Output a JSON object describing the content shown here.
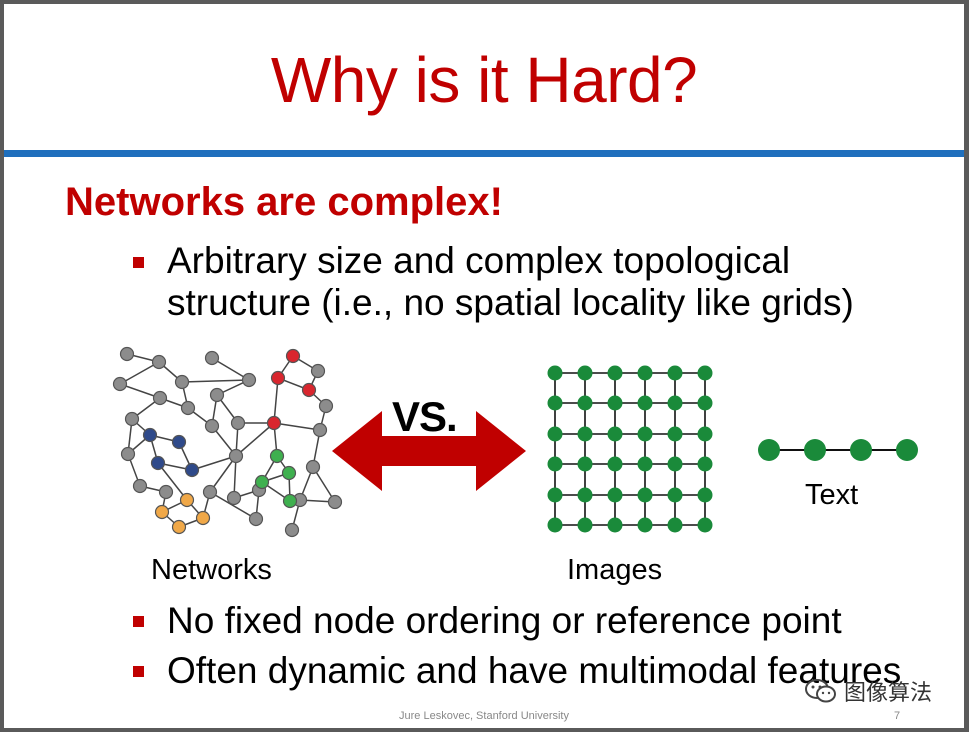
{
  "slide": {
    "title": "Why is it Hard?",
    "heading": "Networks are complex!",
    "bullets": [
      "Arbitrary size and complex topological",
      "structure (i.e., no spatial locality like grids)"
    ],
    "bullets_bottom": [
      "No fixed node ordering or reference point",
      "Often dynamic and have multimodal features"
    ],
    "vs_label": "VS.",
    "captions": {
      "networks": "Networks",
      "images": "Images",
      "text": "Text"
    },
    "footer": "Jure Leskovec, Stanford University",
    "page_number": "7",
    "watermark": "图像算法"
  },
  "colors": {
    "title_red": "#c00000",
    "rule_blue": "#1f6fbd",
    "arrow_red": "#c00000",
    "node_green": "#1a8a3a",
    "node_gray": "#8c8c8c",
    "node_red": "#d9262e",
    "node_navy": "#2f4a8a",
    "node_orange": "#f0a848",
    "node_light_green": "#3fb04f"
  },
  "icons": {
    "watermark_icon": "wechat-icon",
    "arrow": "double-arrow-icon",
    "bullet": "square-bullet-icon"
  }
}
